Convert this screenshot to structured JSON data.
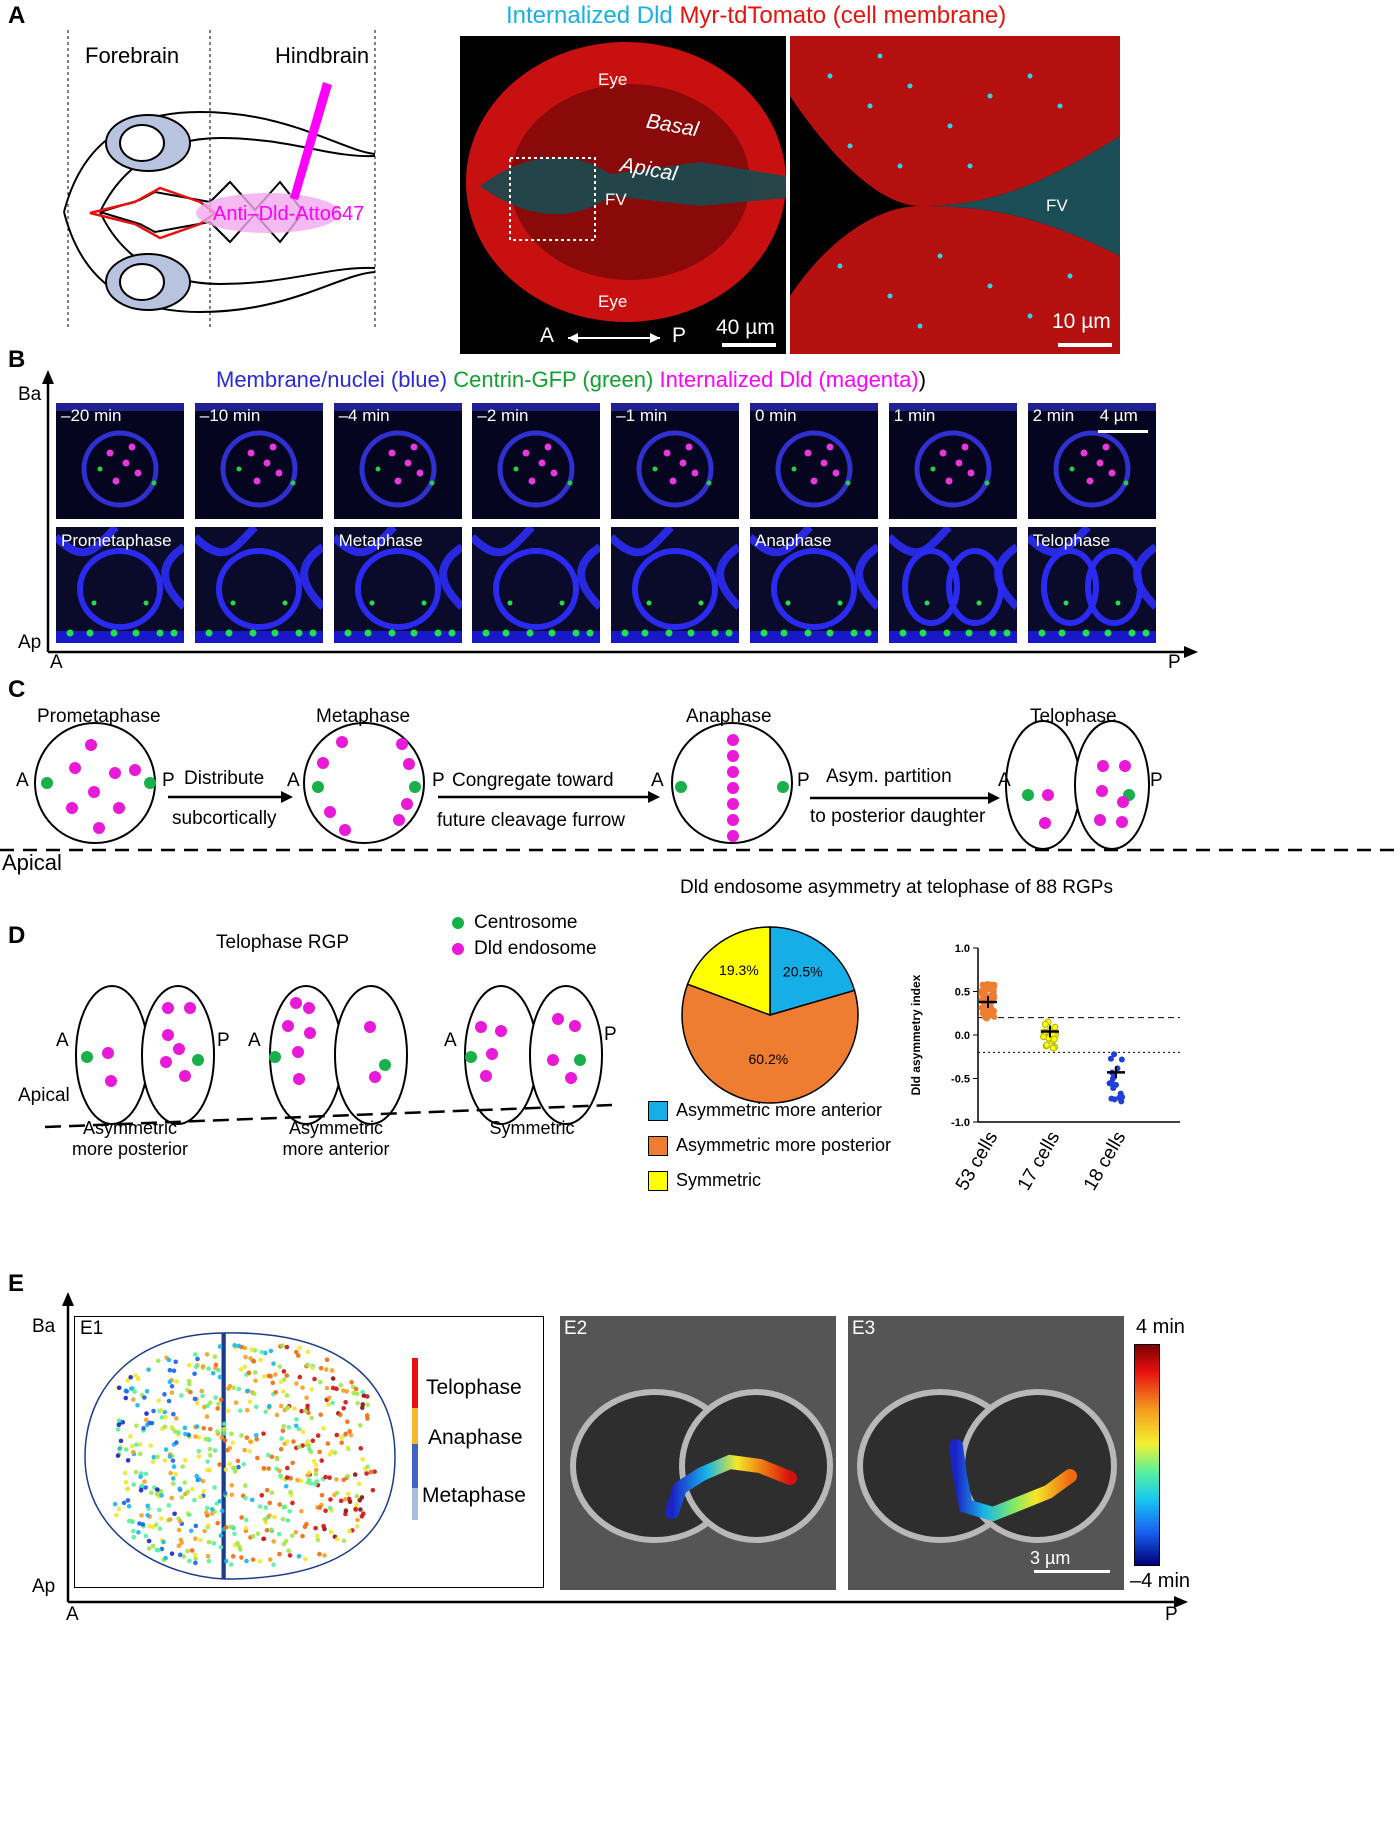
{
  "panels": {
    "a": "A",
    "b": "B",
    "c": "C",
    "d": "D",
    "e": "E"
  },
  "panel_a": {
    "forebrain": "Forebrain",
    "hindbrain": "Hindbrain",
    "injection": "Anti–Dld-Atto647",
    "title_cyan": "Internalized Dld",
    "title_red": "Myr-tdTomato (cell membrane)",
    "eye": "Eye",
    "basal": "Basal",
    "apical": "Apical",
    "fv": "FV",
    "axis_a": "A",
    "axis_p": "P",
    "scale1": "40 µm",
    "scale2": "10 µm",
    "colors": {
      "cyan": "#1ab0e6",
      "red": "#e8130c",
      "magenta": "#ff00ff"
    }
  },
  "panel_b": {
    "title_blue": "Membrane/nuclei (blue)",
    "title_green": "Centrin-GFP (green)",
    "title_magenta": "Internalized Dld (magenta)",
    "times": [
      "–20 min",
      "–10 min",
      "–4 min",
      "–2 min",
      "–1 min",
      "0 min",
      "1 min",
      "2 min"
    ],
    "scale": "4 µm",
    "phases": [
      "Prometaphase",
      "",
      "Metaphase",
      "",
      "",
      "Anaphase",
      "",
      "Telophase"
    ],
    "axis_ba": "Ba",
    "axis_ap": "Ap",
    "axis_a": "A",
    "axis_p": "P"
  },
  "panel_c": {
    "stages": [
      "Prometaphase",
      "Metaphase",
      "Anaphase",
      "Telophase"
    ],
    "arrow1": [
      "Distribute",
      "subcortically"
    ],
    "arrow2": [
      "Congregate toward",
      "future cleavage furrow"
    ],
    "arrow3": [
      "Asym. partition",
      "to posterior daughter"
    ],
    "a": "A",
    "p": "P",
    "apical": "Apical"
  },
  "panel_d": {
    "title": "Telophase RGP",
    "legend_centrosome": "Centrosome",
    "legend_endosome": "Dld endosome",
    "captions": [
      [
        "Asymmetric",
        "more posterior"
      ],
      [
        "Asymmetric",
        "more anterior"
      ],
      [
        "Symmetric"
      ]
    ],
    "a": "A",
    "p": "P",
    "apical": "Apical",
    "pie_title": "Dld endosome asymmetry at telophase of 88 RGPs"
  },
  "chart_data": [
    {
      "type": "pie",
      "title": "Dld endosome asymmetry at telophase of 88 RGPs",
      "slices": [
        {
          "label": "Asymmetric more anterior",
          "value": 20.5,
          "color": "#16aee6"
        },
        {
          "label": "Asymmetric more posterior",
          "value": 60.2,
          "color": "#ef7d31"
        },
        {
          "label": "Symmetric",
          "value": 19.3,
          "color": "#ffff00"
        }
      ]
    },
    {
      "type": "scatter",
      "ylabel": "Dld asymmetry index",
      "ylim": [
        -1.0,
        1.0
      ],
      "yticks": [
        "1.0",
        "0.5",
        "0.0",
        "-0.5",
        "-1.0"
      ],
      "categories": [
        "53 cells",
        "17 cells",
        "18 cells"
      ],
      "means": [
        0.38,
        0.04,
        -0.43
      ],
      "thresholds": [
        0.2,
        -0.2
      ],
      "colors": [
        "#ef7d31",
        "#ffff00",
        "#1f3fd8"
      ]
    }
  ],
  "panel_e": {
    "e1": "E1",
    "e2": "E2",
    "e3": "E3",
    "phases": [
      "Telophase",
      "Anaphase",
      "Metaphase"
    ],
    "scale": "3 µm",
    "cb_top": "4 min",
    "cb_bottom": "–4 min",
    "axis_ba": "Ba",
    "axis_ap": "Ap",
    "axis_a": "A",
    "axis_p": "P"
  }
}
